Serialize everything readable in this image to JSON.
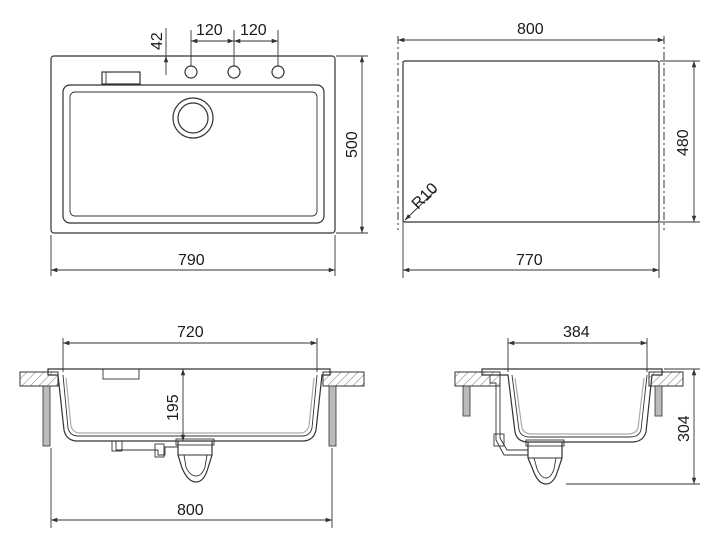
{
  "top_view": {
    "dim_42": "42",
    "dim_120_left": "120",
    "dim_120_right": "120",
    "dim_500": "500",
    "dim_790": "790"
  },
  "cutout_view": {
    "dim_800": "800",
    "dim_480": "480",
    "dim_770": "770",
    "radius_label": "R10"
  },
  "front_section": {
    "dim_720": "720",
    "dim_195": "195",
    "dim_800": "800"
  },
  "side_section": {
    "dim_384": "384",
    "dim_304": "304"
  }
}
